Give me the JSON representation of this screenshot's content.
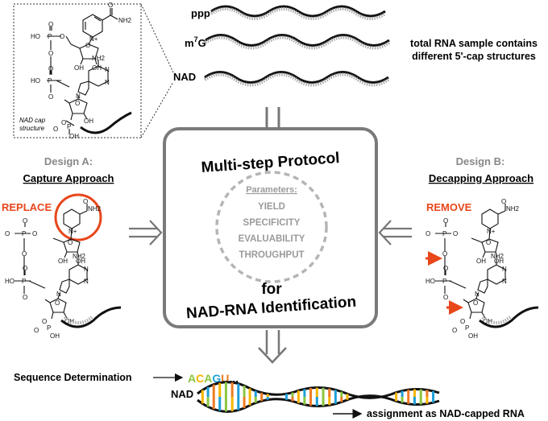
{
  "rna_labels": {
    "ppp": "ppp",
    "m7g_base": "m",
    "m7g_sup": "7",
    "m7g_end": "G",
    "nad": "NAD"
  },
  "total_rna_text": [
    "total RNA sample contains",
    "different 5'-cap structures"
  ],
  "nad_cap_caption": [
    "NAD cap",
    "structure"
  ],
  "design_a": {
    "title": "Design A:",
    "subtitle": "Capture Approach",
    "action": "REPLACE"
  },
  "design_b": {
    "title": "Design B:",
    "subtitle": "Decapping Approach",
    "action": "REMOVE"
  },
  "protocol": {
    "title_top": "Multi-step Protocol",
    "title_bottom_1": "for",
    "title_bottom_2": "NAD-RNA Identification",
    "params_heading": "Parameters:",
    "params": [
      "YIELD",
      "SPECIFICITY",
      "EVALUABILITY",
      "THROUGHPUT"
    ]
  },
  "bottom": {
    "sequence_label": "Sequence Determination",
    "sequence": [
      "A",
      "C",
      "A",
      "G",
      "U",
      "..."
    ],
    "nad_label": "NAD",
    "assignment_label": "assignment as NAD-capped RNA"
  },
  "chem": {
    "o": "O",
    "oh": "OH",
    "ho": "HO",
    "p": "P",
    "n": "N",
    "nh2": "NH2",
    "n_plus": "N+"
  },
  "colors": {
    "accent_orange": "#e8461b",
    "box_gray": "#7a7a7a",
    "param_gray": "#9a9a9a",
    "text_gray": "#888888",
    "base_a": "#8cc63f",
    "base_c": "#f7b500",
    "base_g": "#1f9fd8",
    "base_u": "#ef7b22"
  }
}
